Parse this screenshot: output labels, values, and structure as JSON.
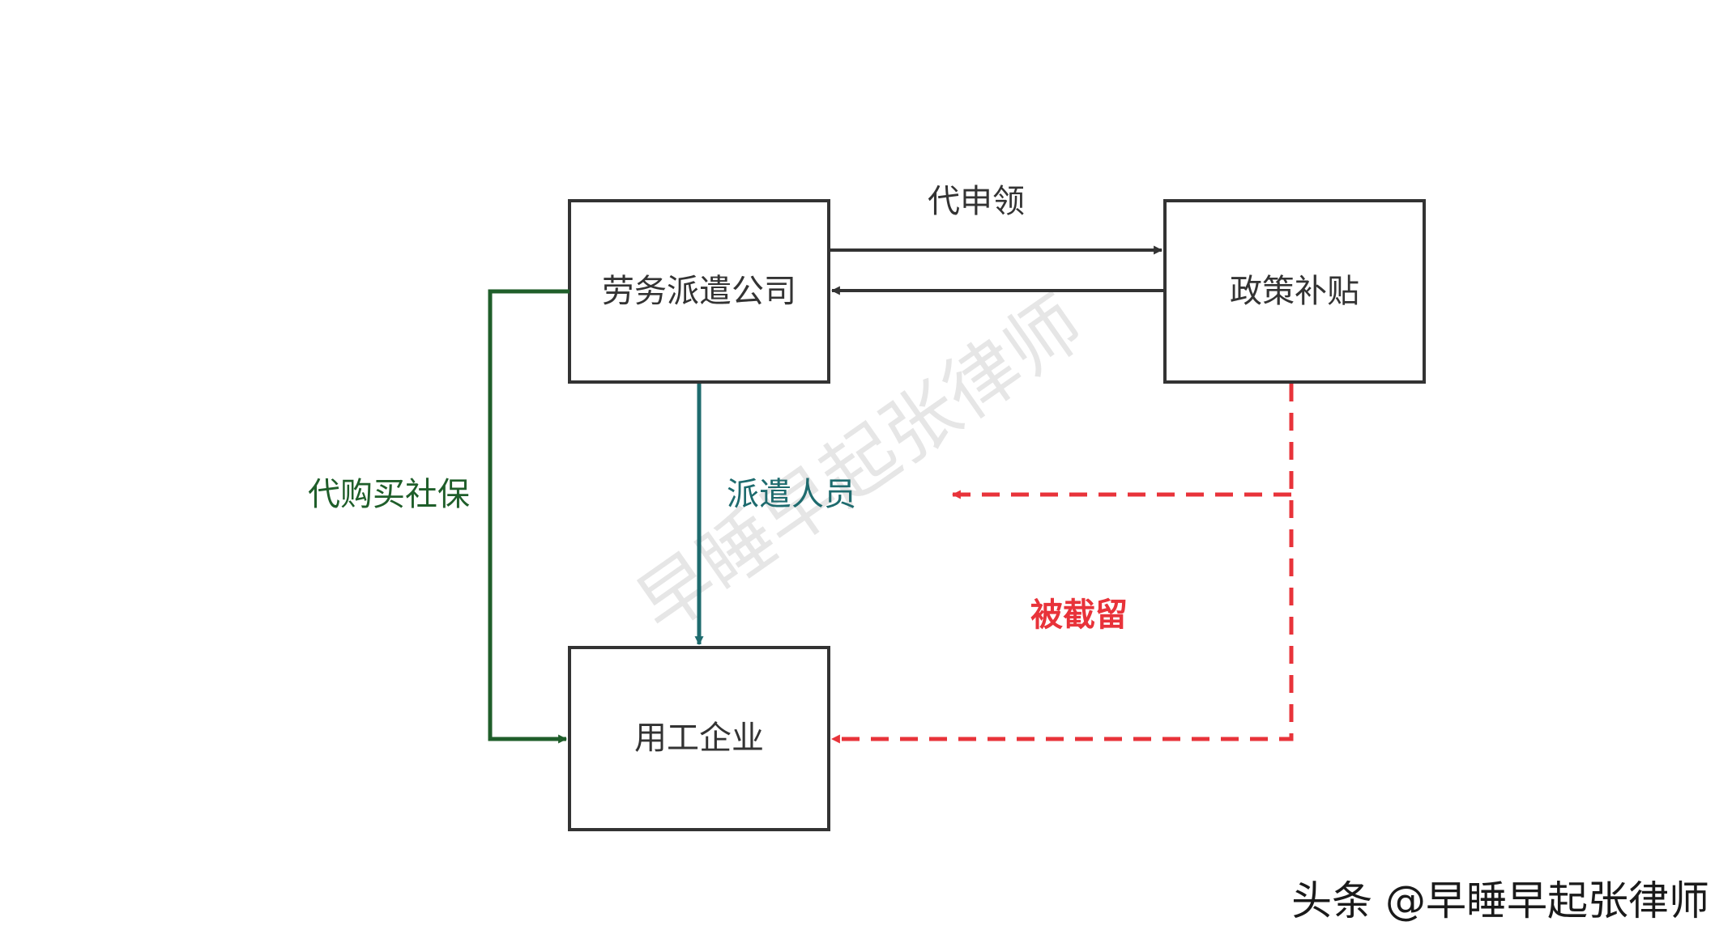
{
  "nodes": {
    "dispatch_company": "劳务派遣公司",
    "policy_subsidy": "政策补贴",
    "employer": "用工企业"
  },
  "edges": {
    "apply_on_behalf": "代申领",
    "dispatch_staff": "派遣人员",
    "buy_social_insurance": "代购买社保",
    "intercepted": "被截留"
  },
  "watermark": "早睡早起张律师",
  "credit": "头条 @早睡早起张律师",
  "colors": {
    "box_stroke": "#333333",
    "arrow_dark": "#333333",
    "arrow_teal": "#1e6b6e",
    "arrow_green": "#1f5e2a",
    "arrow_red": "#e8333a",
    "label_teal": "#1e6b6e",
    "label_green": "#1f5e2a",
    "label_red": "#e8333a"
  }
}
